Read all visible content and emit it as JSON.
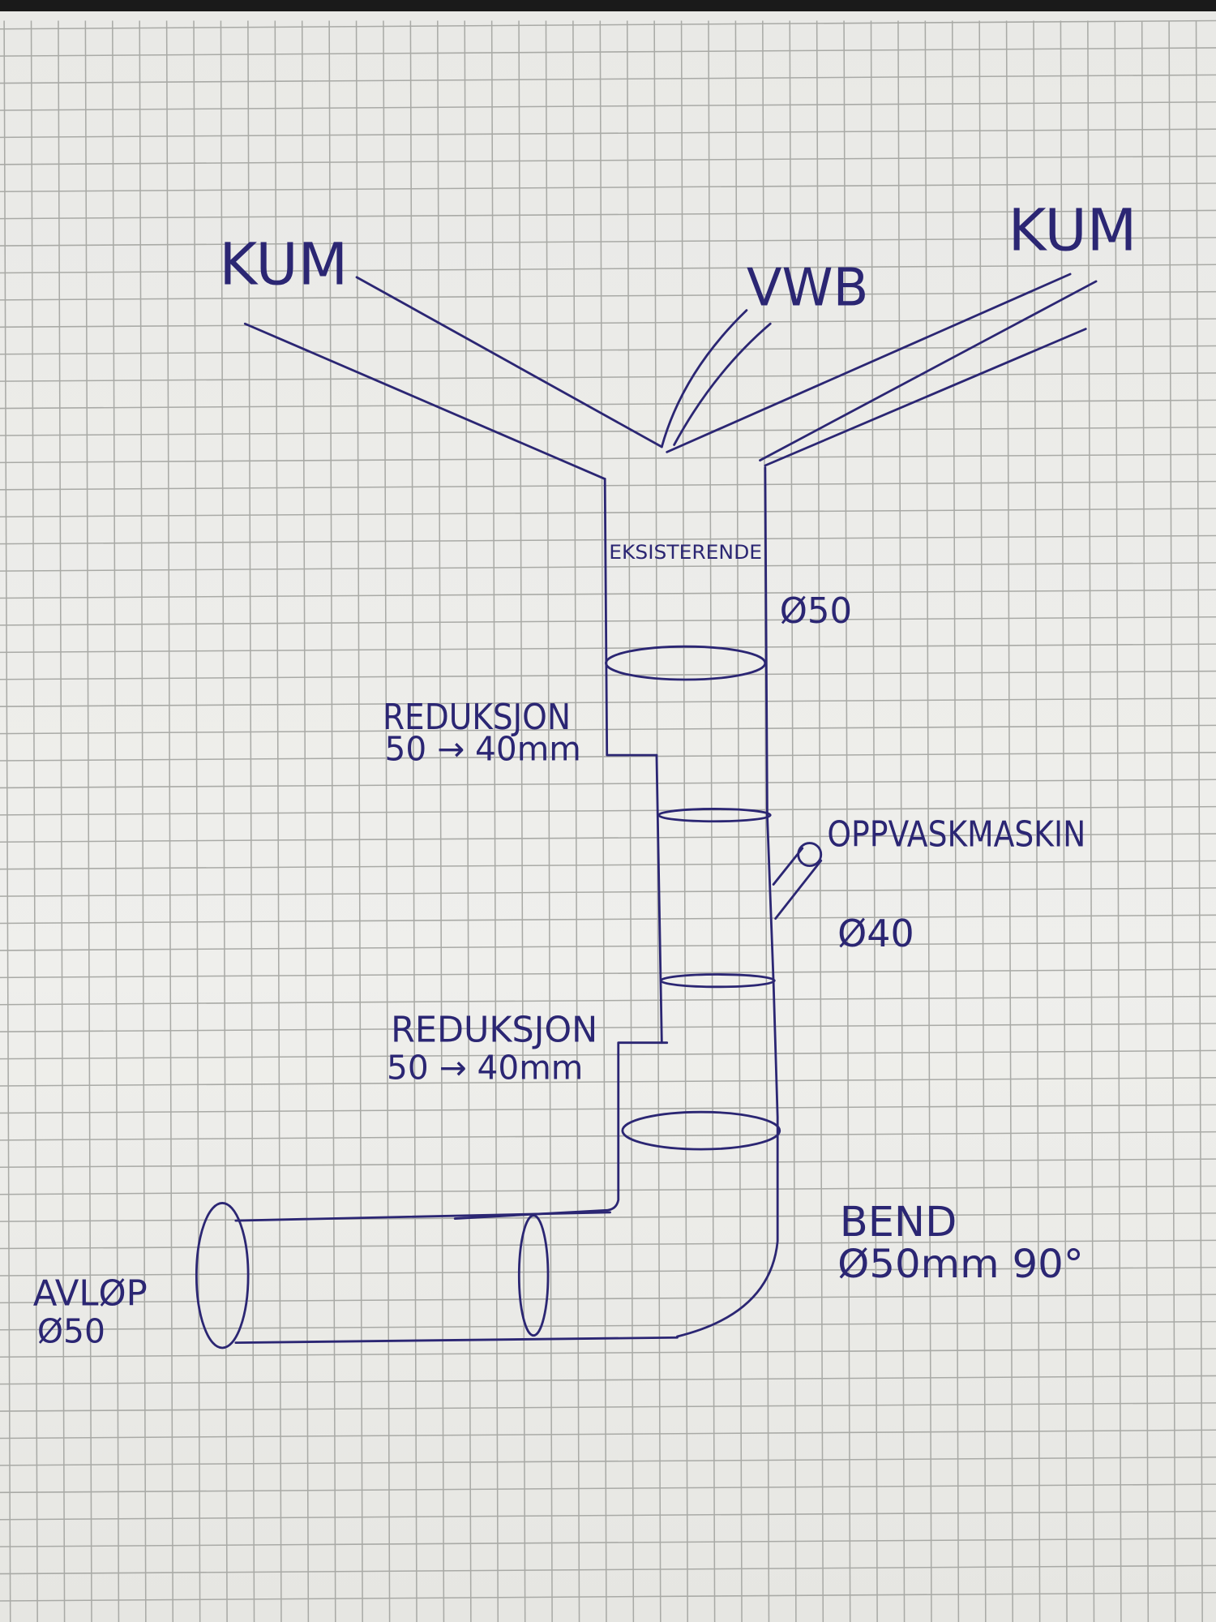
{
  "labels": {
    "kum_left": "KUM",
    "kum_right": "KUM",
    "vwb": "VWB",
    "existing": "EKSISTERENDE",
    "dia_50_top": "Ø50",
    "reduction_1_title": "REDUKSJON",
    "reduction_1_spec": "50 → 40mm",
    "dishwasher": "OPPVASKMASKIN",
    "dia_40": "Ø40",
    "reduction_2_title": "REDUKSJON",
    "reduction_2_spec": "50 → 40mm",
    "bend_title": "BEND",
    "bend_spec": "Ø50mm 90°",
    "drain_title": "AVLØP",
    "drain_spec": "Ø50"
  },
  "colors": {
    "ink": "#2b2673",
    "paper": "#ecece9",
    "grid": "#a9aaa6"
  }
}
